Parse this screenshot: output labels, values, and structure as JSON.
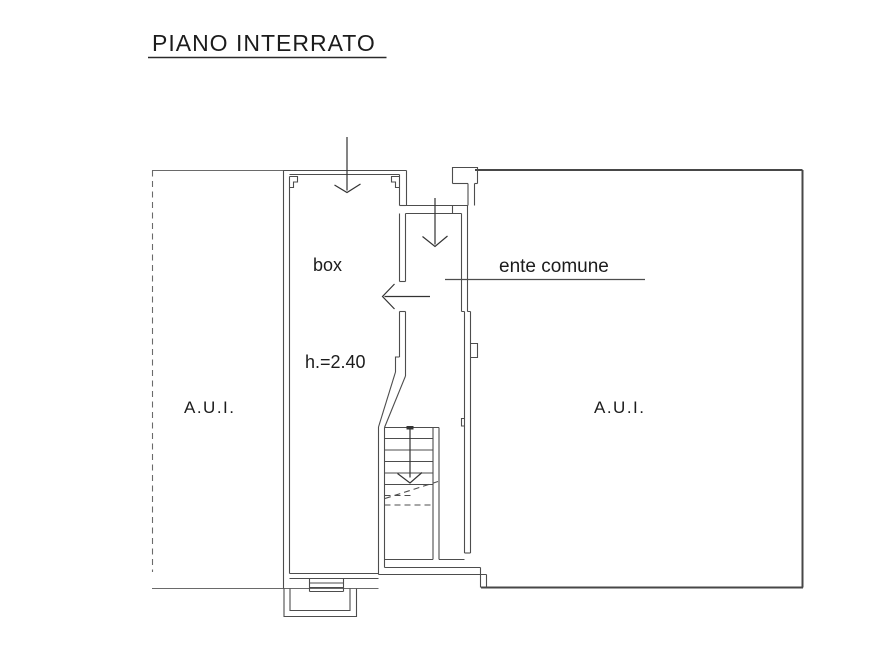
{
  "title": {
    "text": "PIANO INTERRATO"
  },
  "labels": {
    "box_room": "box",
    "box_height": "h.=2.40",
    "ente_comune": "ente comune",
    "aui_left": "A.U.I.",
    "aui_right": "A.U.I."
  },
  "icons": {
    "arrow_box_entrance": "down-arrow",
    "arrow_corridor_entrance": "down-arrow",
    "arrow_side_door": "left-arrow",
    "arrow_stairs_direction": "down-arrow"
  },
  "colors": {
    "wall_line": "#4d4d4d",
    "heavy_line": "#474747",
    "light_line": "#6a6a6a",
    "text": "#1c1c1c",
    "background": "#ffffff"
  }
}
